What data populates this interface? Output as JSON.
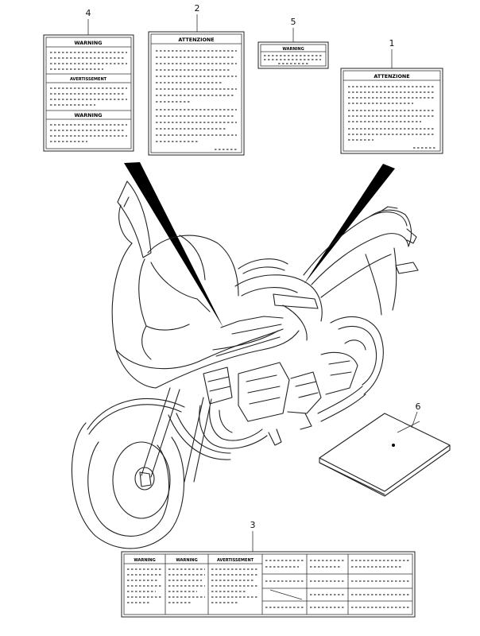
{
  "callouts": {
    "c1": "1",
    "c2": "2",
    "c3": "3",
    "c4": "4",
    "c5": "5",
    "c6": "6"
  },
  "labels": {
    "label1_header": "ATTENZIONE",
    "label2_header": "ATTENZIONE",
    "label4_header_1": "WARNING",
    "label4_header_2": "AVERTISSEMENT",
    "label4_header_3": "WARNING",
    "label5_header": "WARNING",
    "label3_header_1": "WARNING",
    "label3_header_2": "WARNING",
    "label3_header_3": "AVERTISSEMENT"
  }
}
